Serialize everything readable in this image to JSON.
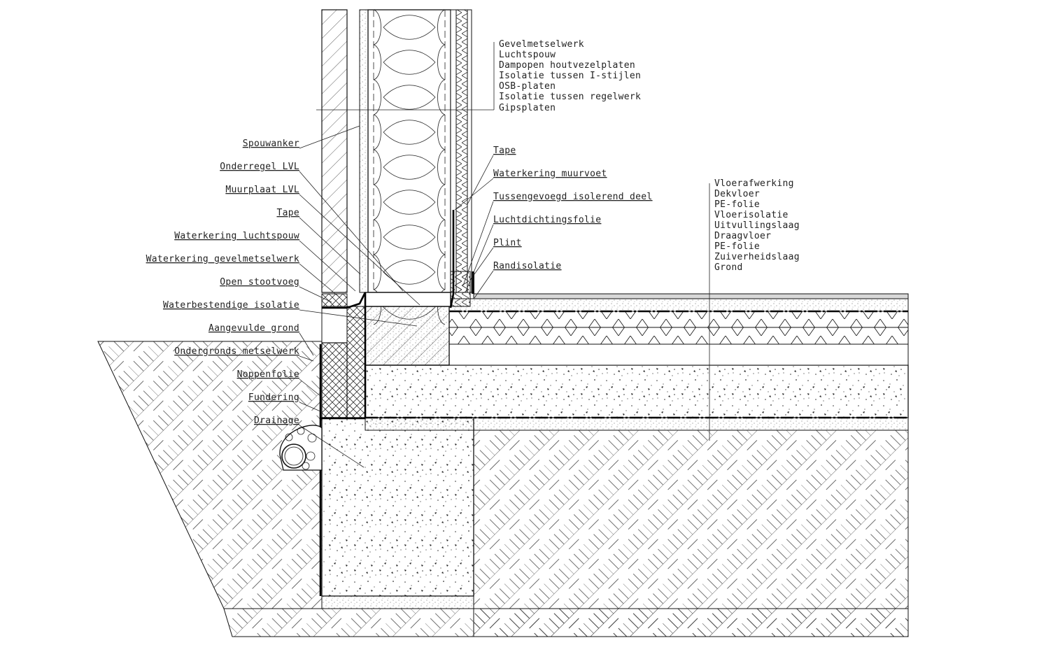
{
  "labels": {
    "wall_layers": [
      "Gevelmetselwerk",
      "Luchtspouw",
      "Dampopen houtvezelplaten",
      "Isolatie tussen I-stijlen",
      "OSB-platen",
      "Isolatie tussen regelwerk",
      "Gipsplaten"
    ],
    "left_callouts": [
      "Spouwanker",
      "Onderregel LVL",
      "Muurplaat LVL",
      "Tape",
      "Waterkering luchtspouw",
      "Waterkering gevelmetselwerk",
      "Open stootvoeg",
      "Waterbestendige isolatie",
      "Aangevulde grond",
      "Ondergronds metselwerk",
      "Noppenfolie",
      "Fundering",
      "Drainage"
    ],
    "right_callouts": [
      "Tape",
      "Waterkering muurvoet",
      "Tussengevoegd isolerend deel",
      "Luchtdichtingsfolie",
      "Plint",
      "Randisolatie"
    ],
    "floor_layers": [
      "Vloerafwerking",
      "Dekvloer",
      "PE-folie",
      "Vloerisolatie",
      "Uitvullingslaag",
      "Draagvloer",
      "PE-folie",
      "Zuiverheidslaag",
      "Grond"
    ]
  }
}
